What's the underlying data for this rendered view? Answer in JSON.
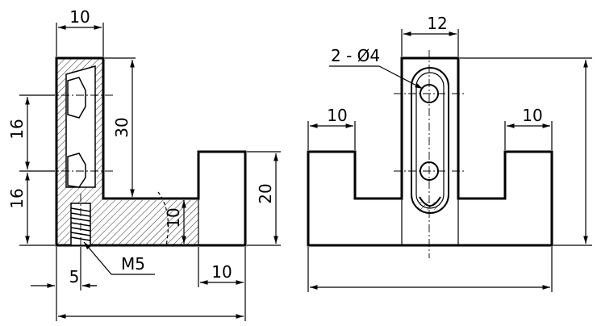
{
  "dimensions": {
    "left_top_width": "10",
    "left_height_upper": "16",
    "left_height_lower": "16",
    "left_vertical_30": "30",
    "left_step_height": "10",
    "left_block_height": "20",
    "left_offset_5": "5",
    "left_block_width": "10",
    "thread_label": "M5",
    "right_top_width": "12",
    "right_holes_label": "2 - Ø4",
    "right_left_step": "10",
    "right_right_step": "10"
  }
}
